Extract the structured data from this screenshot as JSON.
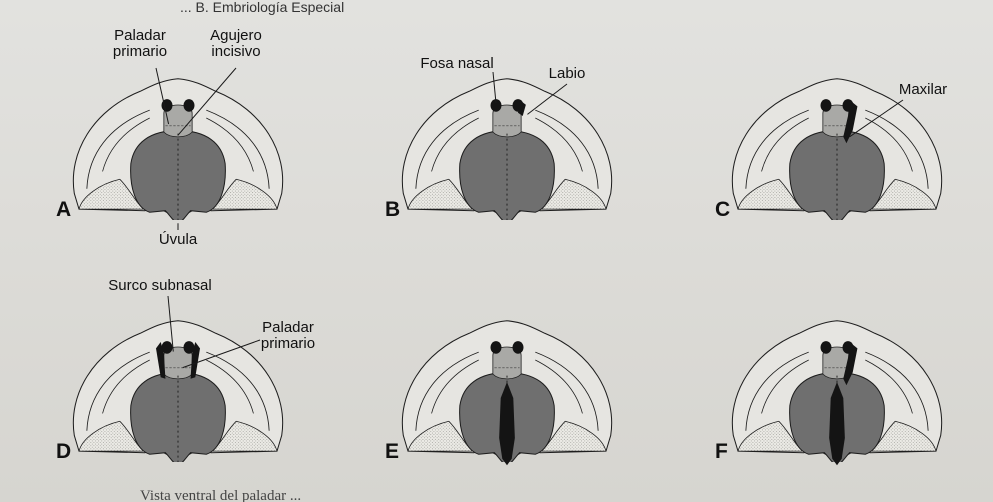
{
  "header_text": "... B. Embriología Especial",
  "caption_text": "Vista ventral del paladar ...",
  "colors": {
    "palate_fill": "#6f6f6f",
    "primary_palate_fill": "#a9a9a6",
    "outline": "#1e1e1e",
    "cleft": "#141414"
  },
  "panels": [
    {
      "letter": "A",
      "variant": "normal",
      "labels": {
        "primary_palate": "Paladar\nprimario",
        "incisive_foramen": "Agujero\nincisivo",
        "uvula": "Úvula"
      }
    },
    {
      "letter": "B",
      "variant": "cleft-lip-unilateral",
      "labels": {
        "nasal_pit": "Fosa nasal",
        "lip": "Labio"
      }
    },
    {
      "letter": "C",
      "variant": "cleft-lip-maxilla",
      "labels": {
        "maxilla": "Maxilar"
      }
    },
    {
      "letter": "D",
      "variant": "cleft-lip-bilateral",
      "labels": {
        "subnasal_groove": "Surco subnasal",
        "primary_palate": "Paladar\nprimario"
      }
    },
    {
      "letter": "E",
      "variant": "cleft-palate",
      "labels": {}
    },
    {
      "letter": "F",
      "variant": "cleft-palate-lip-unilateral",
      "labels": {}
    }
  ]
}
